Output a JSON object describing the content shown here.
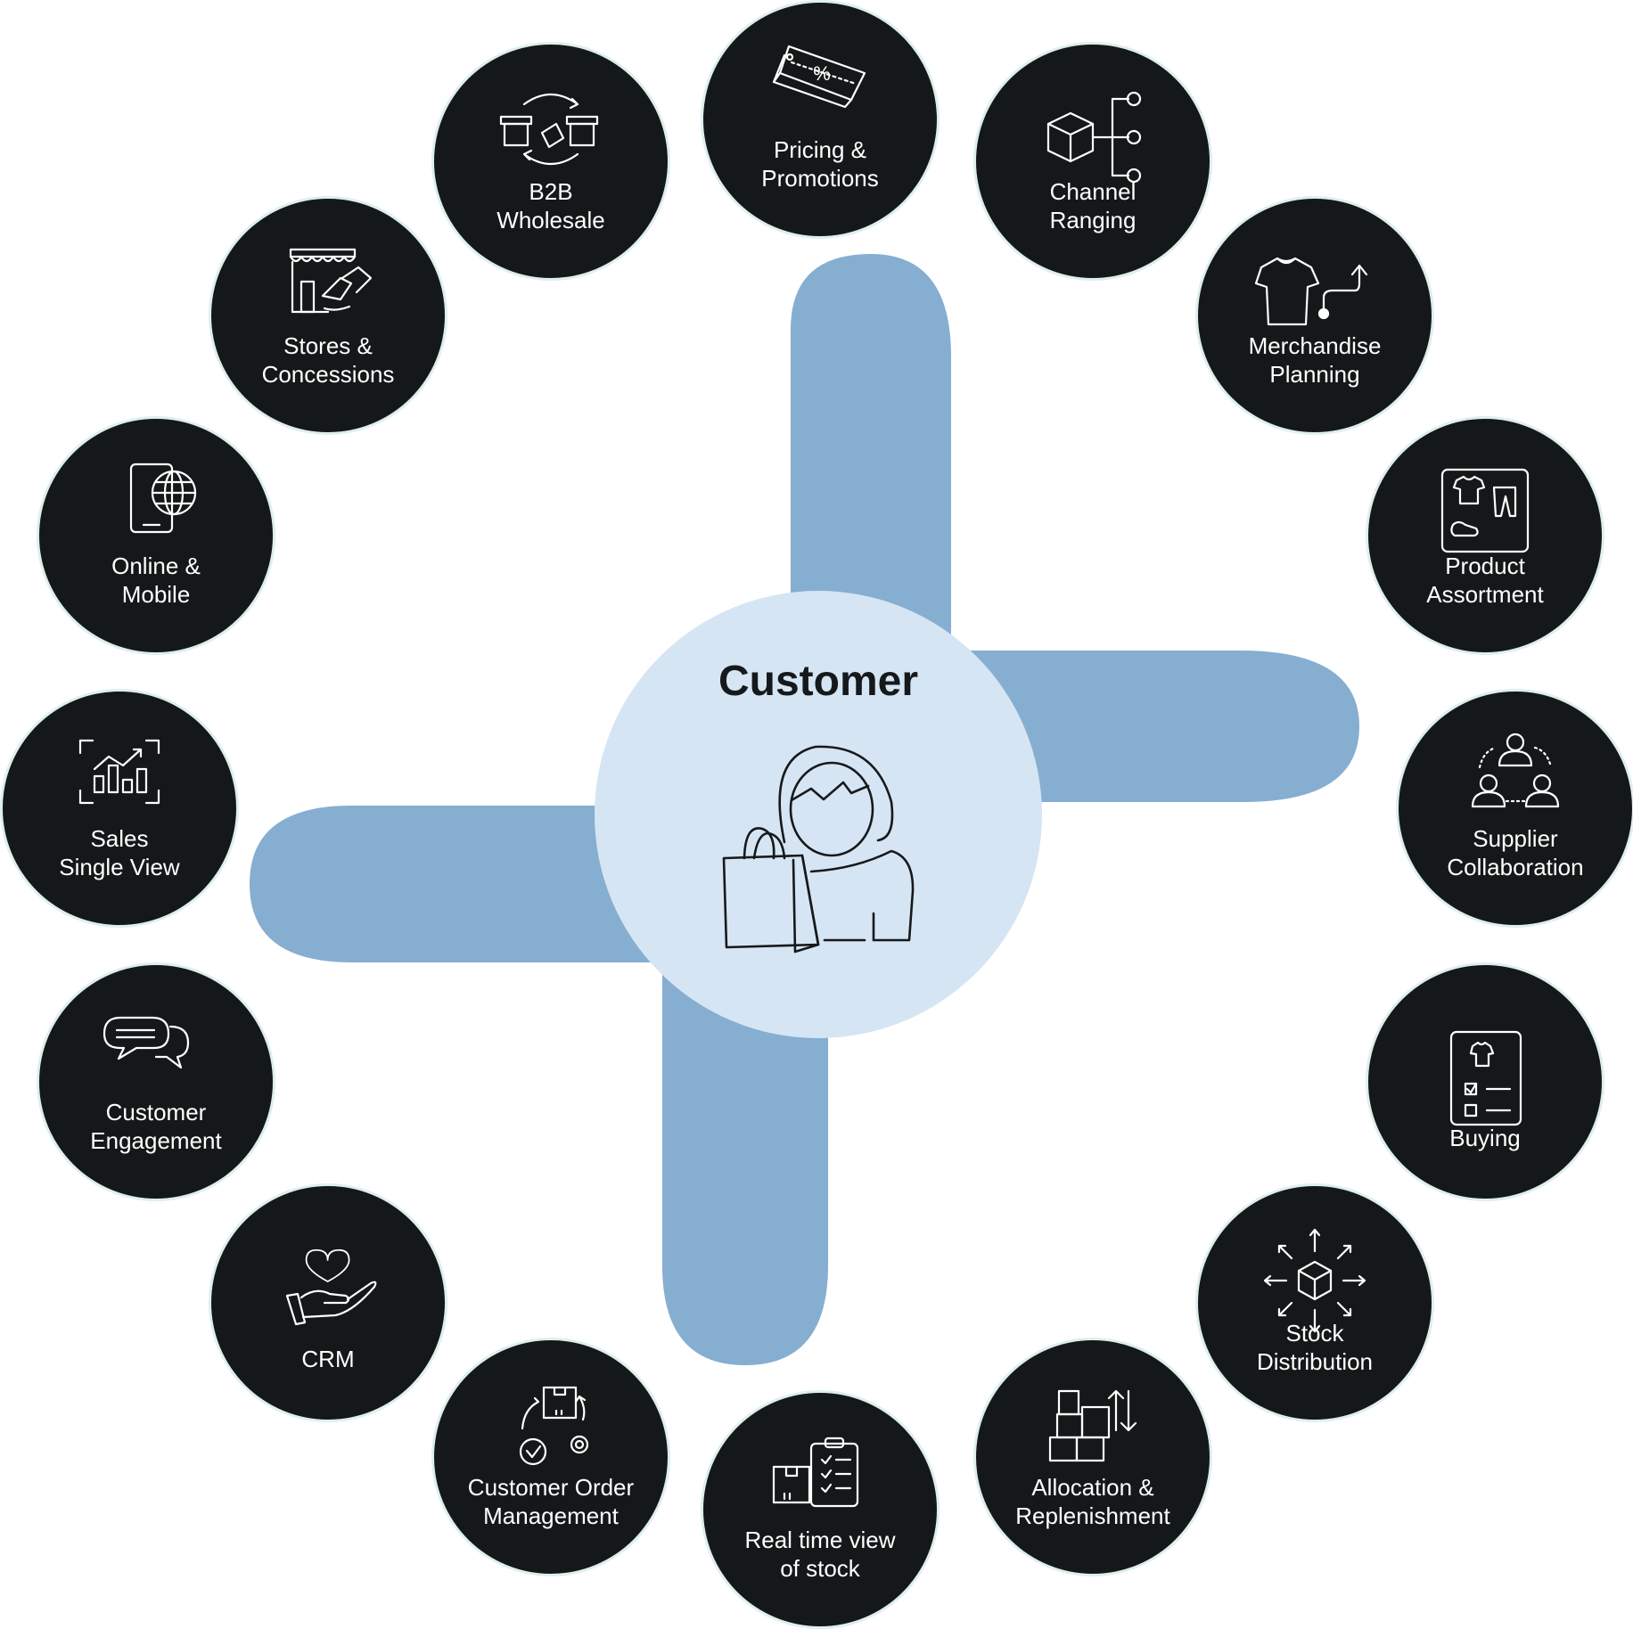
{
  "colors": {
    "node_fill": "#141819",
    "node_ring": "#dfeeee",
    "cross_arm": "#86aed1",
    "center_fill": "#d6e5f3",
    "label_text": "#ffffff",
    "center_text": "#16191b"
  },
  "center": {
    "title": "Customer",
    "icon": "customer-with-shopping-bag-icon"
  },
  "nodes": [
    {
      "id": "pricing",
      "icon": "price-tag-percent-icon",
      "lines": [
        "Pricing &",
        "Promotions"
      ]
    },
    {
      "id": "channel",
      "icon": "box-hierarchy-icon",
      "lines": [
        "Channel",
        "Ranging"
      ]
    },
    {
      "id": "merch",
      "icon": "tshirt-arrow-icon",
      "lines": [
        "Merchandise",
        "Planning"
      ]
    },
    {
      "id": "assortment",
      "icon": "clothing-grid-icon",
      "lines": [
        "Product",
        "Assortment"
      ]
    },
    {
      "id": "supplier",
      "icon": "people-network-icon",
      "lines": [
        "Supplier",
        "Collaboration"
      ]
    },
    {
      "id": "buying",
      "icon": "checklist-tshirt-icon",
      "lines": [
        "Buying"
      ]
    },
    {
      "id": "distribution",
      "icon": "box-arrows-out-icon",
      "lines": [
        "Stock",
        "Distribution"
      ]
    },
    {
      "id": "allocation",
      "icon": "stacked-boxes-arrows-icon",
      "lines": [
        "Allocation &",
        "Replenishment"
      ]
    },
    {
      "id": "realtime",
      "icon": "box-clipboard-icon",
      "lines": [
        "Real time view",
        "of stock"
      ]
    },
    {
      "id": "order",
      "icon": "order-cycle-icon",
      "lines": [
        "Customer Order",
        "Management"
      ]
    },
    {
      "id": "crm",
      "icon": "heart-hand-icon",
      "lines": [
        "CRM"
      ]
    },
    {
      "id": "engagement",
      "icon": "chat-bubbles-icon",
      "lines": [
        "Customer",
        "Engagement"
      ]
    },
    {
      "id": "sales",
      "icon": "bar-chart-frame-icon",
      "lines": [
        "Sales",
        "Single View"
      ]
    },
    {
      "id": "online",
      "icon": "phone-globe-icon",
      "lines": [
        "Online &",
        "Mobile"
      ]
    },
    {
      "id": "stores",
      "icon": "storefront-icon",
      "lines": [
        "Stores &",
        "Concessions"
      ]
    },
    {
      "id": "b2b",
      "icon": "stores-exchange-icon",
      "lines": [
        "B2B",
        "Wholesale"
      ]
    }
  ]
}
